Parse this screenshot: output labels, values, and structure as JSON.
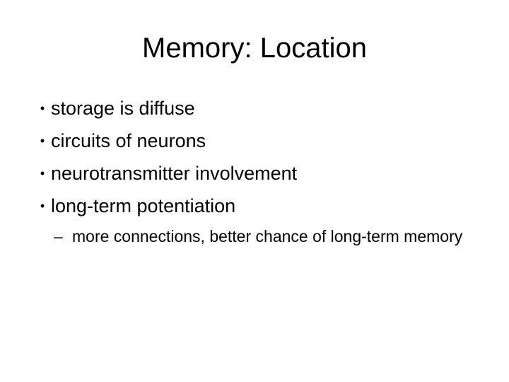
{
  "slide": {
    "title": "Memory: Location",
    "bullets": [
      {
        "label": "storage is diffuse"
      },
      {
        "label": "circuits of neurons"
      },
      {
        "label": "neurotransmitter involvement"
      },
      {
        "label": "long-term potentiation"
      }
    ],
    "bullet_glyph": "•",
    "subbullet": {
      "glyph": "–",
      "label": "more connections, better chance of long-term memory"
    }
  }
}
